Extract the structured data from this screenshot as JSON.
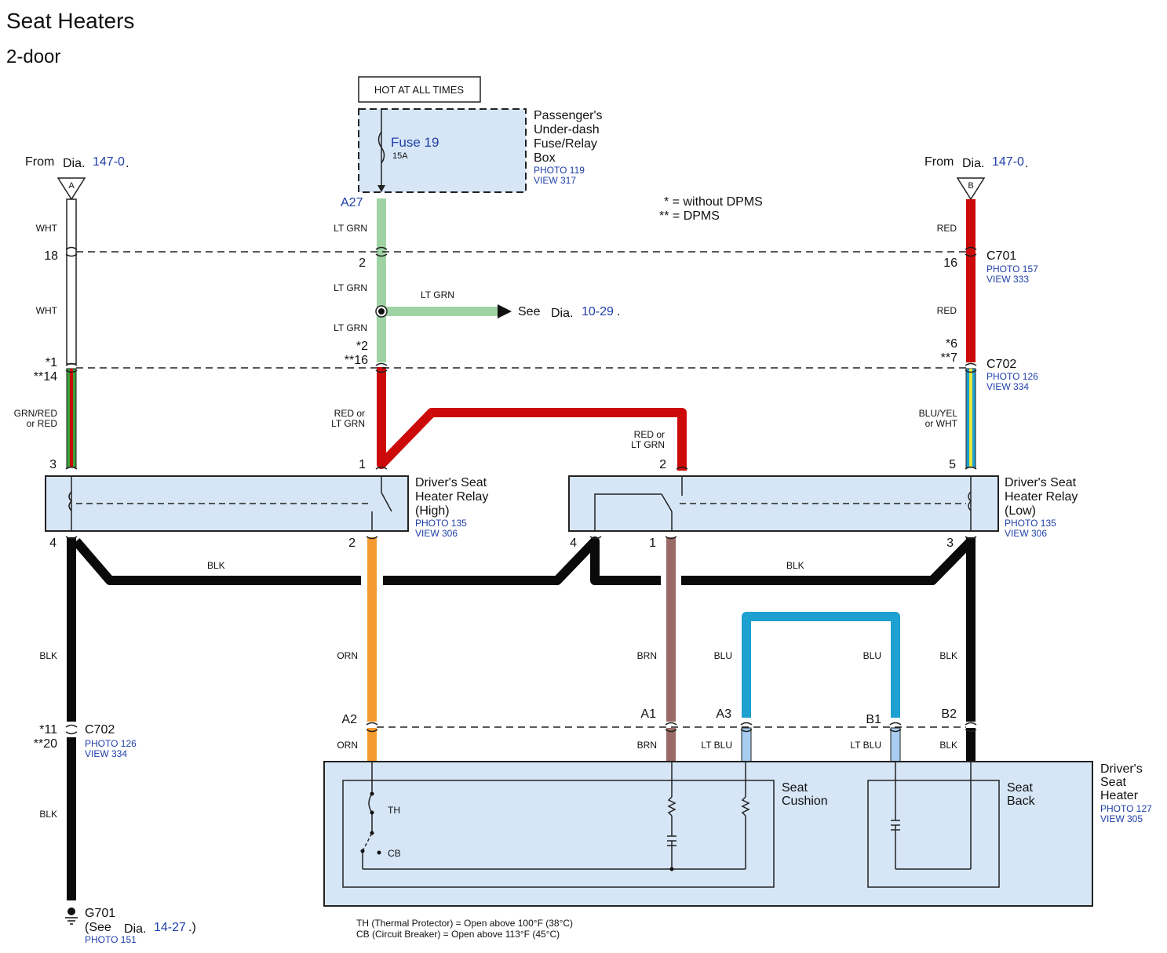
{
  "title": "Seat Heaters",
  "subtitle": "2-door",
  "hot_label": "HOT AT ALL TIMES",
  "fuse": {
    "name": "Fuse 19",
    "rating": "15A"
  },
  "fusebox": {
    "line1": "Passenger's",
    "line2": "Under-dash",
    "line3": "Fuse/Relay",
    "line4": "Box",
    "photo": "PHOTO 119",
    "view": "VIEW 317"
  },
  "from_left": {
    "prefix": "From",
    "dia": "Dia.",
    "num": "147-0",
    "dot": ".",
    "tag": "A"
  },
  "from_right": {
    "prefix": "From",
    "dia": "Dia.",
    "num": "147-0",
    "dot": ".",
    "tag": "B"
  },
  "legend": {
    "l1": "* =  without DPMS",
    "l2": "** =  DPMS"
  },
  "see_dia": {
    "prefix": "See",
    "dia": "Dia.",
    "num": "10-29",
    "dot": "."
  },
  "wires": {
    "wht1": "WHT",
    "wht2": "WHT",
    "ltgrn1": "LT GRN",
    "ltgrn2": "LT GRN",
    "ltgrn3": "LT GRN",
    "ltgrn4": "LT GRN",
    "red1": "RED",
    "red2": "RED",
    "grnred_a": "GRN/RED",
    "grnred_b": "or RED",
    "redor_a": "RED or",
    "redor_b": "LT GRN",
    "redor2_a": "RED or",
    "redor2_b": "LT GRN",
    "bluyel_a": "BLU/YEL",
    "bluyel_b": "or WHT",
    "blk_top_left": "BLK",
    "blk_top_right": "BLK",
    "blk_left": "BLK",
    "orn": "ORN",
    "brn": "BRN",
    "blu1": "BLU",
    "blu2": "BLU",
    "blk_right": "BLK",
    "orn2": "ORN",
    "brn2": "BRN",
    "ltblu1": "LT BLU",
    "ltblu2": "LT BLU",
    "blk2": "BLK",
    "blk_bottom": "BLK"
  },
  "pins": {
    "a27": "A27",
    "p18": "18",
    "p2": "2",
    "p16r": "16",
    "s1": "*1",
    "s14": "**14",
    "s2": "*2",
    "s16": "**16",
    "s6": "*6",
    "s7": "**7",
    "h3": "3",
    "h1": "1",
    "h4": "4",
    "h2": "2",
    "l2": "2",
    "l5": "5",
    "l4": "4",
    "l1": "1",
    "l3": "3",
    "a2": "A2",
    "a1": "A1",
    "a3": "A3",
    "b1": "B1",
    "b2": "B2",
    "s11": "*11",
    "s20": "**20"
  },
  "c701": {
    "name": "C701",
    "photo": "PHOTO 157",
    "view": "VIEW 333"
  },
  "c702_top": {
    "name": "C702",
    "photo": "PHOTO 126",
    "view": "VIEW 334"
  },
  "c702_bottom": {
    "name": "C702",
    "photo": "PHOTO 126",
    "view": "VIEW 334"
  },
  "relay_high": {
    "l1": "Driver's Seat",
    "l2": "Heater Relay",
    "l3": "(High)",
    "photo": "PHOTO 135",
    "view": "VIEW 306"
  },
  "relay_low": {
    "l1": "Driver's Seat",
    "l2": "Heater Relay",
    "l3": "(Low)",
    "photo": "PHOTO 135",
    "view": "VIEW 306"
  },
  "seat_heater": {
    "l1": "Driver's",
    "l2": "Seat",
    "l3": "Heater",
    "photo": "PHOTO 127",
    "view": "VIEW 305"
  },
  "cushion": {
    "l1": "Seat",
    "l2": "Cushion"
  },
  "back": {
    "l1": "Seat",
    "l2": "Back"
  },
  "th": "TH",
  "cb": "CB",
  "ground": {
    "name": "G701",
    "see": "(See",
    "dia": "Dia.",
    "num": "14-27",
    "close": ".)",
    "photo": "PHOTO 151"
  },
  "notes": {
    "n1": "TH (Thermal Protector) = Open above 100°F (38°C)",
    "n2": "CB (Circuit Breaker) = Open above 113°F (45°C)"
  },
  "colors": {
    "ltgrn": "#9fd3a4",
    "red": "#cc0a0a",
    "black": "#0a0a0a",
    "orn": "#f59a2f",
    "brn": "#9a6a66",
    "blu": "#1ea0d0",
    "ltblu": "#a8cdf0",
    "box": "#d6e6f7",
    "link": "#1f3fa8"
  }
}
